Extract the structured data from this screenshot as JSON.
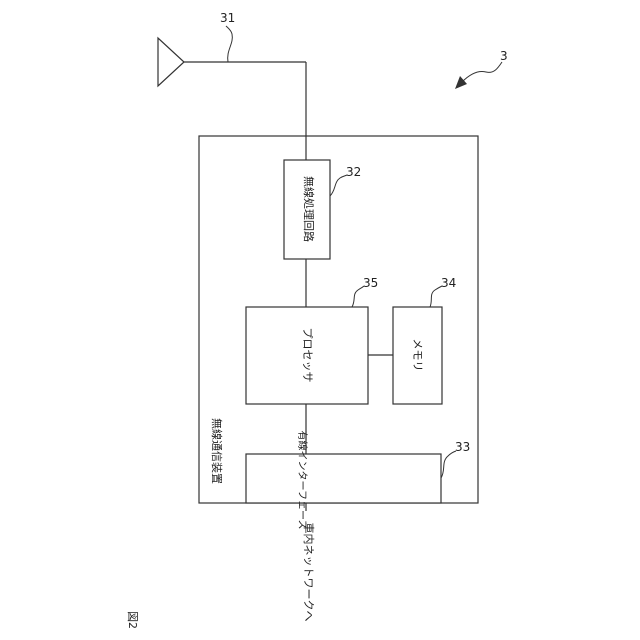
{
  "figure_label": "図2",
  "device_label": "無線通信装置",
  "blocks": {
    "radio": "無線処理回路",
    "processor": "プロセッサ",
    "memory": "メモリ",
    "wired_if": "有線インターフェース"
  },
  "to_network": "車内ネットワークへ",
  "refs": {
    "device": "3",
    "antenna": "31",
    "radio": "32",
    "wired_if": "33",
    "memory": "34",
    "processor": "35"
  }
}
